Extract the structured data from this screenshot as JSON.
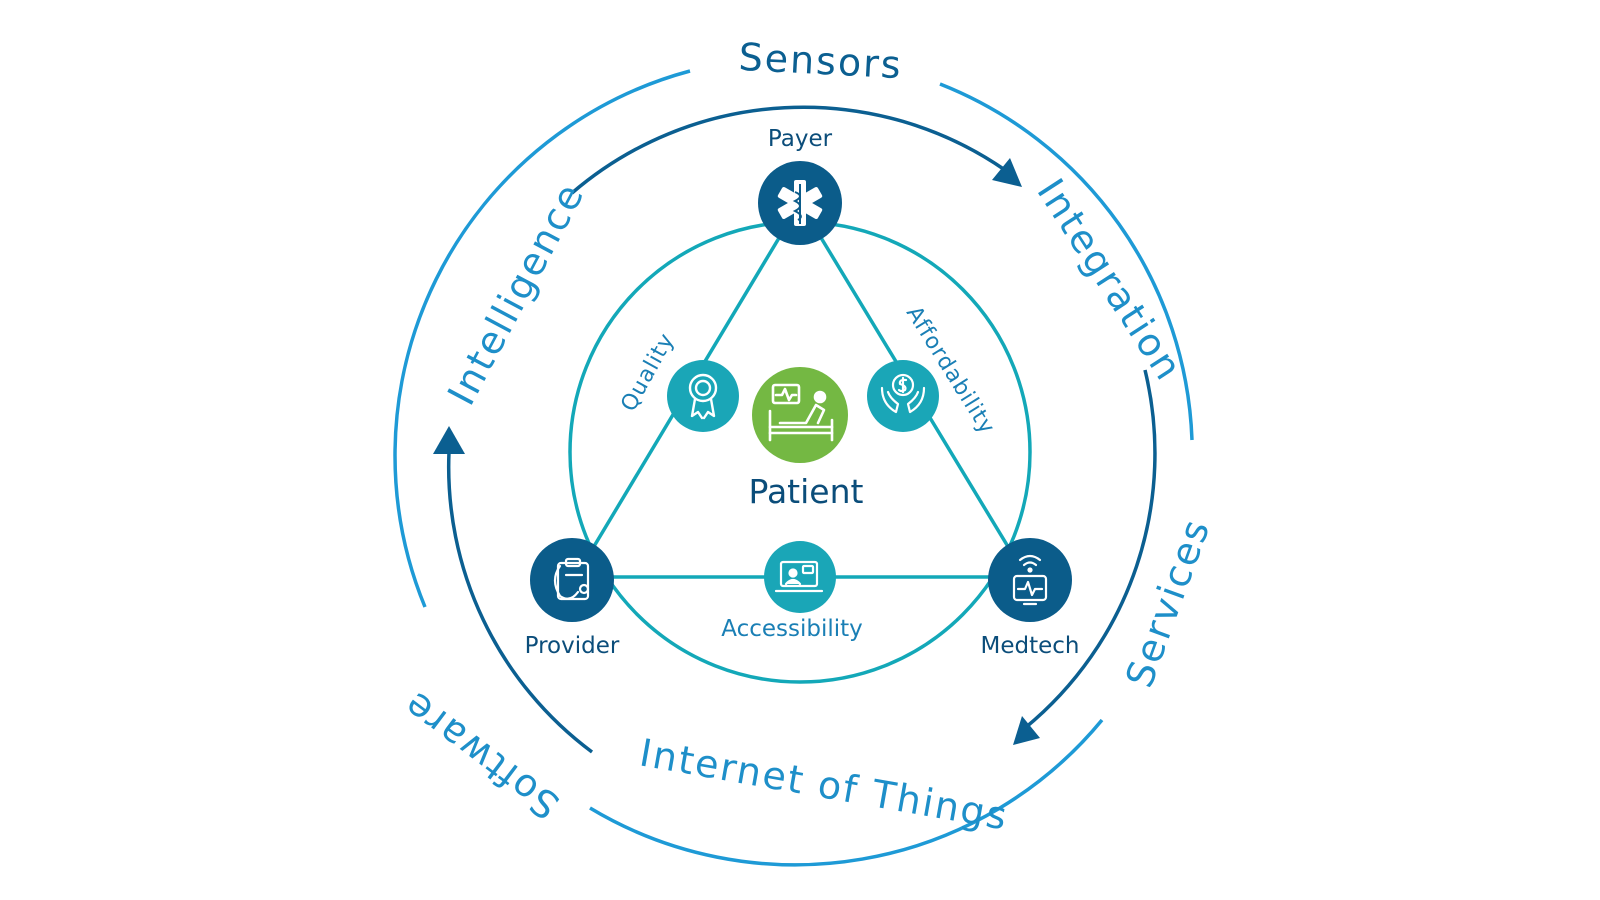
{
  "colors": {
    "outer_ring": "#1e9ad6",
    "dark_arc": "#0b5f91",
    "inner_ring": "#13a8b8",
    "node_dark": "#0b5c8a",
    "node_teal": "#1aa6b7",
    "patient_green": "#74b843",
    "text_dark": "#0b4d7a",
    "text_teal": "#1e8fc9",
    "text_aqua": "#1aa6b7"
  },
  "outer_ring_labels": {
    "sensors": "Sensors",
    "integration": "Integration",
    "services": "Services",
    "iot": "Internet of Things",
    "software": "Software",
    "intelligence": "Intelligence"
  },
  "nodes": {
    "payer": {
      "label": "Payer",
      "icon": "star-of-life-icon"
    },
    "provider": {
      "label": "Provider",
      "icon": "stethoscope-clipboard-icon"
    },
    "medtech": {
      "label": "Medtech",
      "icon": "wireless-monitor-icon"
    }
  },
  "edges": {
    "quality": {
      "label": "Quality",
      "icon": "award-ribbon-icon"
    },
    "affordability": {
      "label": "Affordability",
      "icon": "hands-dollar-icon"
    },
    "accessibility": {
      "label": "Accessibility",
      "icon": "telehealth-laptop-icon"
    }
  },
  "center": {
    "label": "Patient",
    "icon": "hospital-bed-icon"
  }
}
